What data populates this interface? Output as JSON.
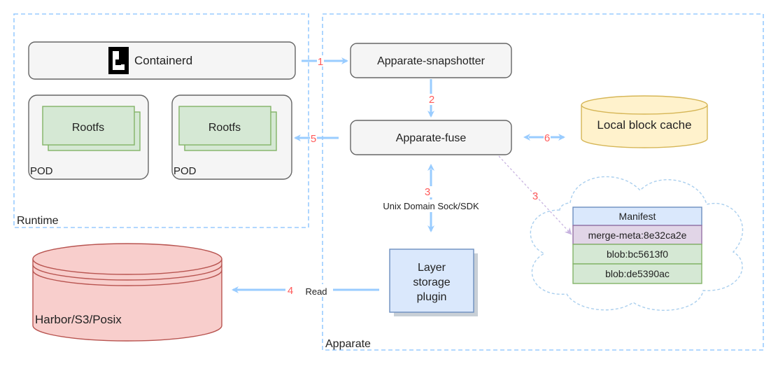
{
  "groups": {
    "runtime": "Runtime",
    "apparate": "Apparate"
  },
  "nodes": {
    "containerd": "Containerd",
    "snapshotter": "Apparate-snapshotter",
    "fuse": "Apparate-fuse",
    "local_cache": "Local block cache",
    "layer_plugin": [
      "Layer",
      "storage",
      "plugin"
    ],
    "storage": "Harbor/S3/Posix",
    "pods": [
      {
        "rootfs": "Rootfs",
        "label": "POD"
      },
      {
        "rootfs": "Rootfs",
        "label": "POD"
      }
    ]
  },
  "cloud_table": {
    "rows": [
      "Manifest",
      "merge-meta:8e32ca2e",
      "blob:bc5613f0",
      "blob:de5390ac"
    ],
    "colors": {
      "header": "#dae8fc",
      "merge": "#e1d5e7",
      "blob": "#d5e8d4"
    }
  },
  "edges": {
    "e1": "1",
    "e2": "2",
    "e3a": "3",
    "e3b": "3",
    "e4": "4",
    "e5": "5",
    "e6": "6",
    "sock_label": "Unix Domain Sock/SDK",
    "read_label": "Read"
  },
  "colors": {
    "arrow": "#99ccff",
    "number": "#ff5a5a",
    "group_border": "#99ccff",
    "rootfs_fill": "#d5e8d4",
    "rootfs_stroke": "#82b366",
    "cache_fill": "#fff2cc",
    "cache_stroke": "#d6b656",
    "storage_fill": "#f8cecc",
    "storage_stroke": "#b85450",
    "plugin_fill": "#dae8fc",
    "plugin_stroke": "#6c8ebf"
  }
}
